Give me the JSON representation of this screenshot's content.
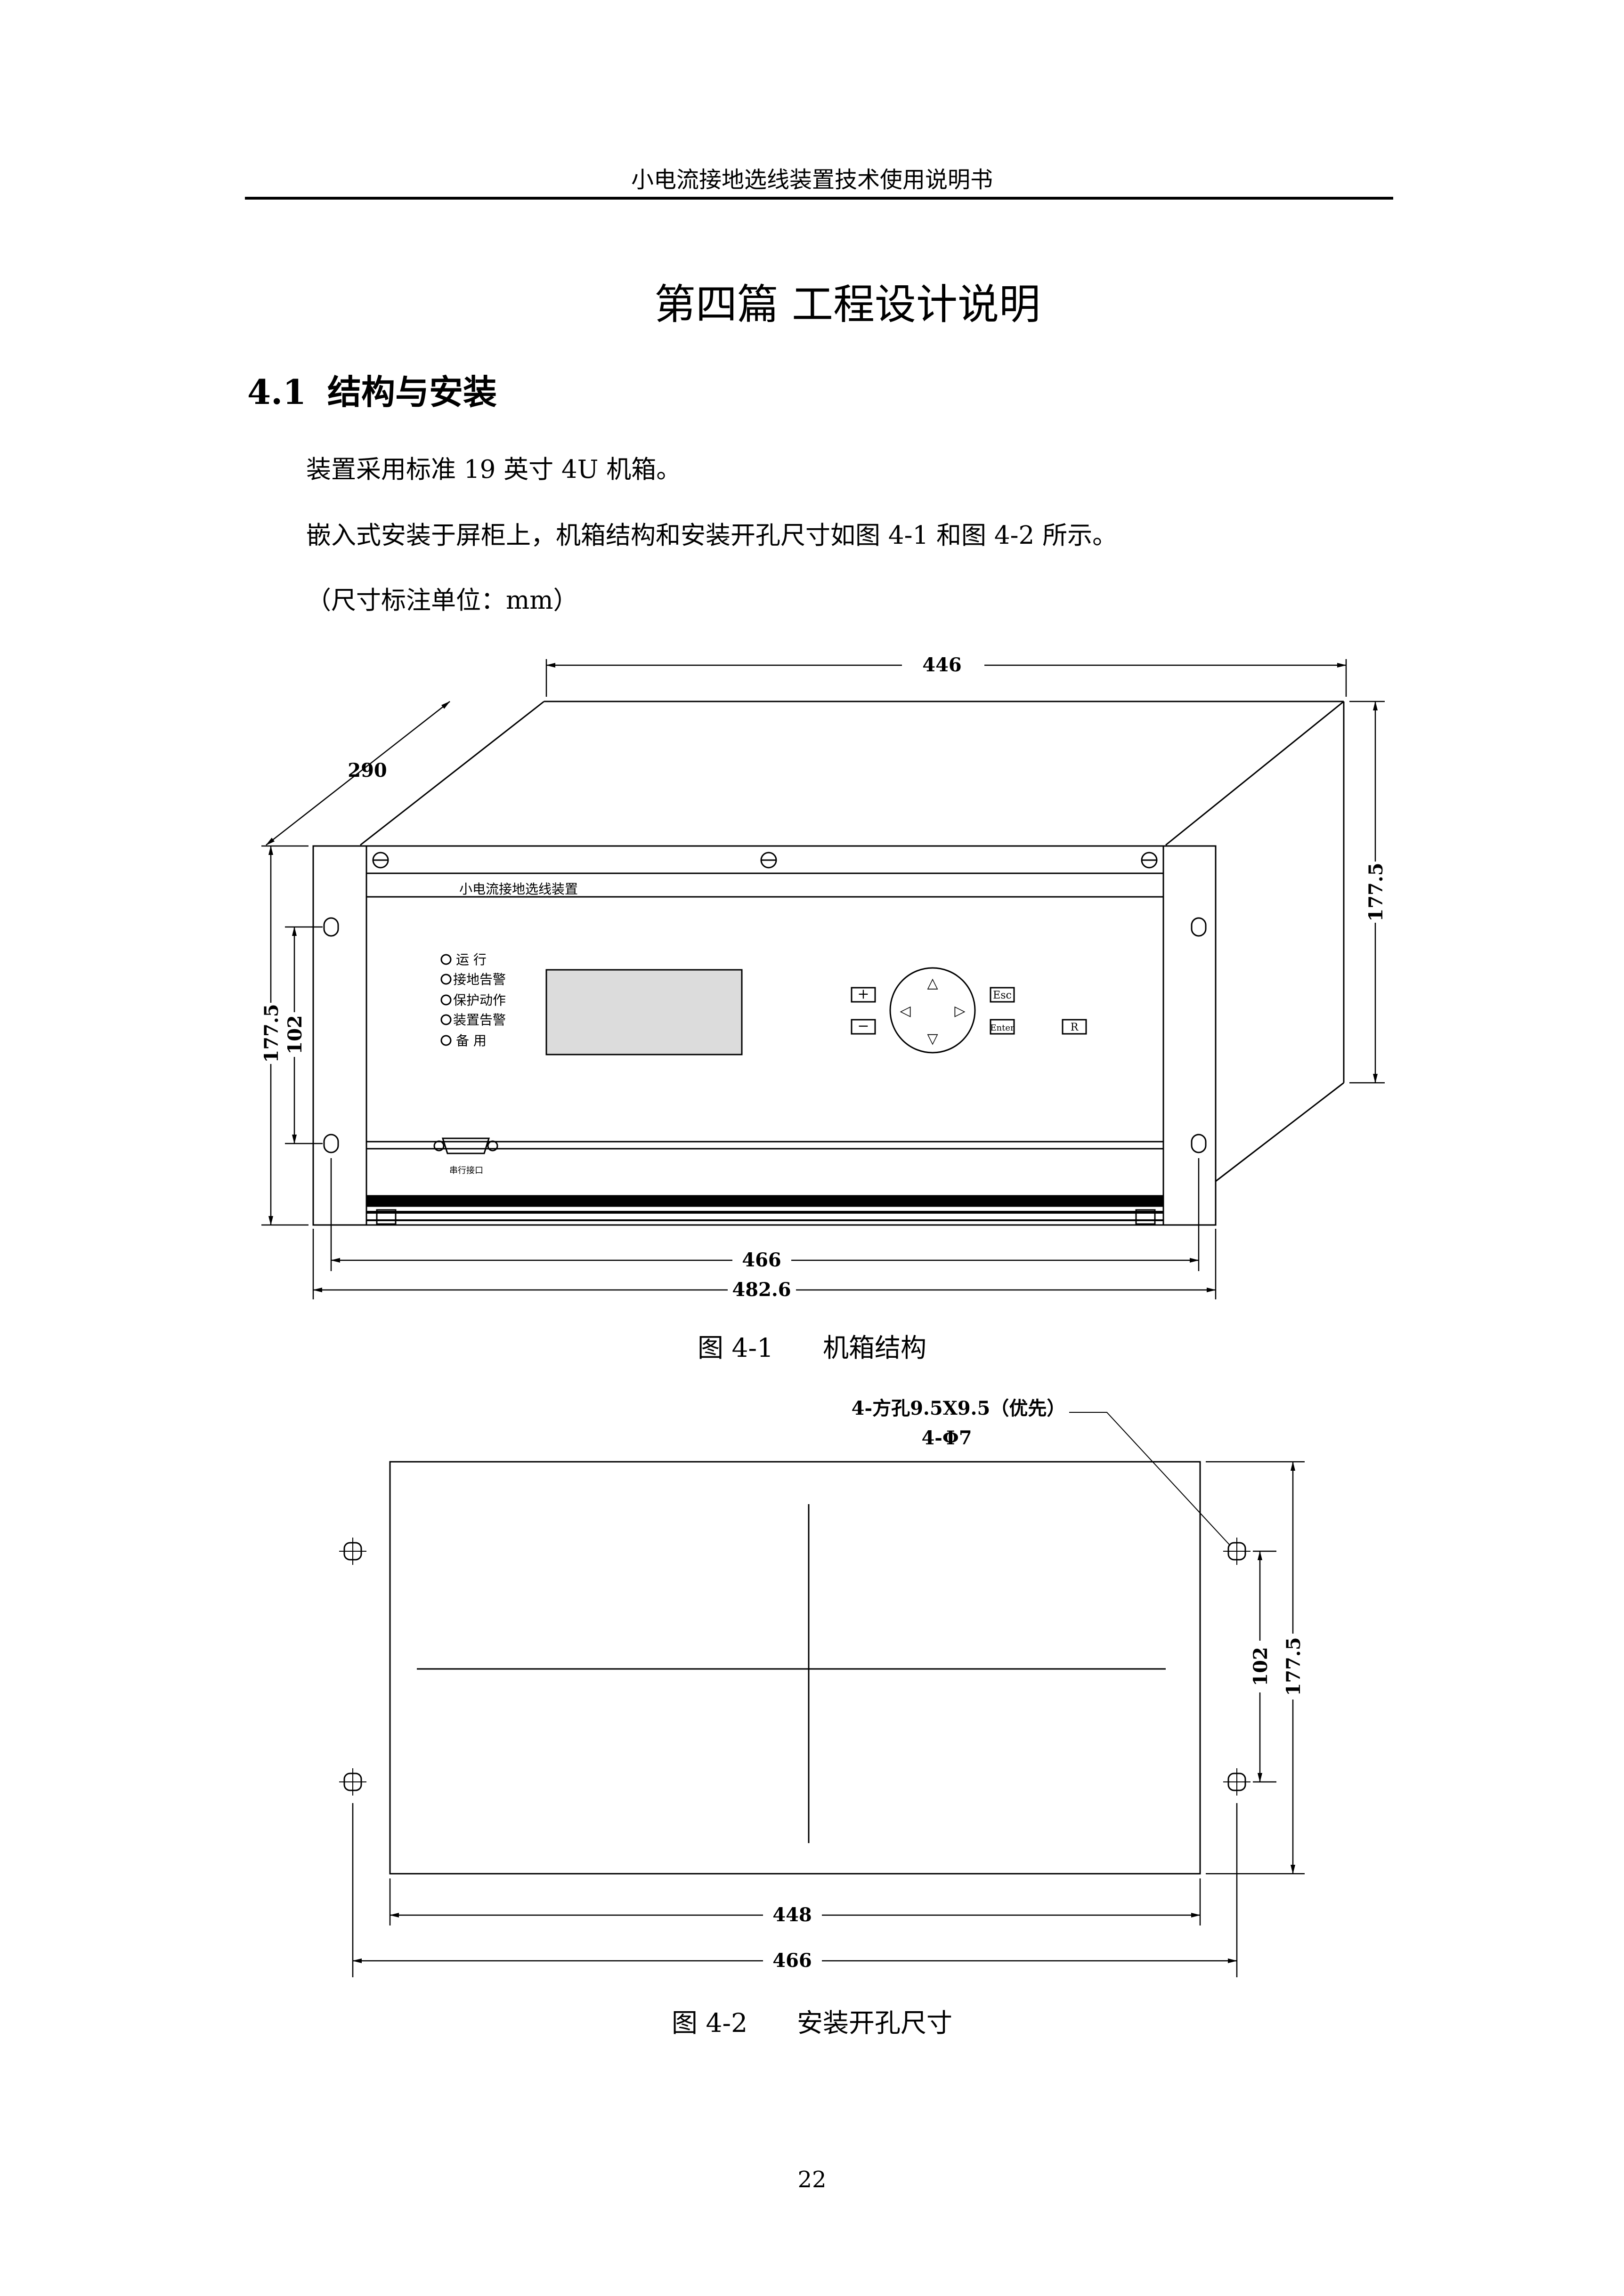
{
  "header": {
    "running_title": "小电流接地选线装置技术使用说明书"
  },
  "part_title": "第四篇  工程设计说明",
  "section": {
    "number": "4.1",
    "title": "结构与安装"
  },
  "paragraphs": [
    "装置采用标准 19 英寸 4U 机箱。",
    "嵌入式安装于屏柜上，机箱结构和安装开孔尺寸如图 4-1 和图 4-2 所示。",
    "（尺寸标注单位：mm）"
  ],
  "figure1": {
    "caption": "图 4-1      机箱结构",
    "dims": {
      "top_width": "446",
      "depth": "290",
      "right_height": "177.5",
      "left_height": "177.5",
      "hole_spacing": "102",
      "inner_width": "466",
      "outer_width": "482.6"
    },
    "panel": {
      "device_name": "小电流接地选线装置",
      "leds": [
        "运 行",
        "接地告警",
        "保护动作",
        "装置告警",
        "备 用"
      ],
      "keys": {
        "plus": "+",
        "minus": "−",
        "up": "△",
        "down": "▽",
        "left": "◁",
        "right": "▷",
        "esc": "Esc",
        "enter": "Enter",
        "reset": "R"
      },
      "port_label": "串行接口"
    }
  },
  "figure2": {
    "caption": "图 4-2      安装开孔尺寸",
    "hole_note_1": "4-方孔9.5X9.5（优先）",
    "hole_note_2": "4-Φ7",
    "dims": {
      "hole_spacing": "102",
      "height": "177.5",
      "cutout_width": "448",
      "hole_width": "466"
    }
  },
  "page_number": "22"
}
